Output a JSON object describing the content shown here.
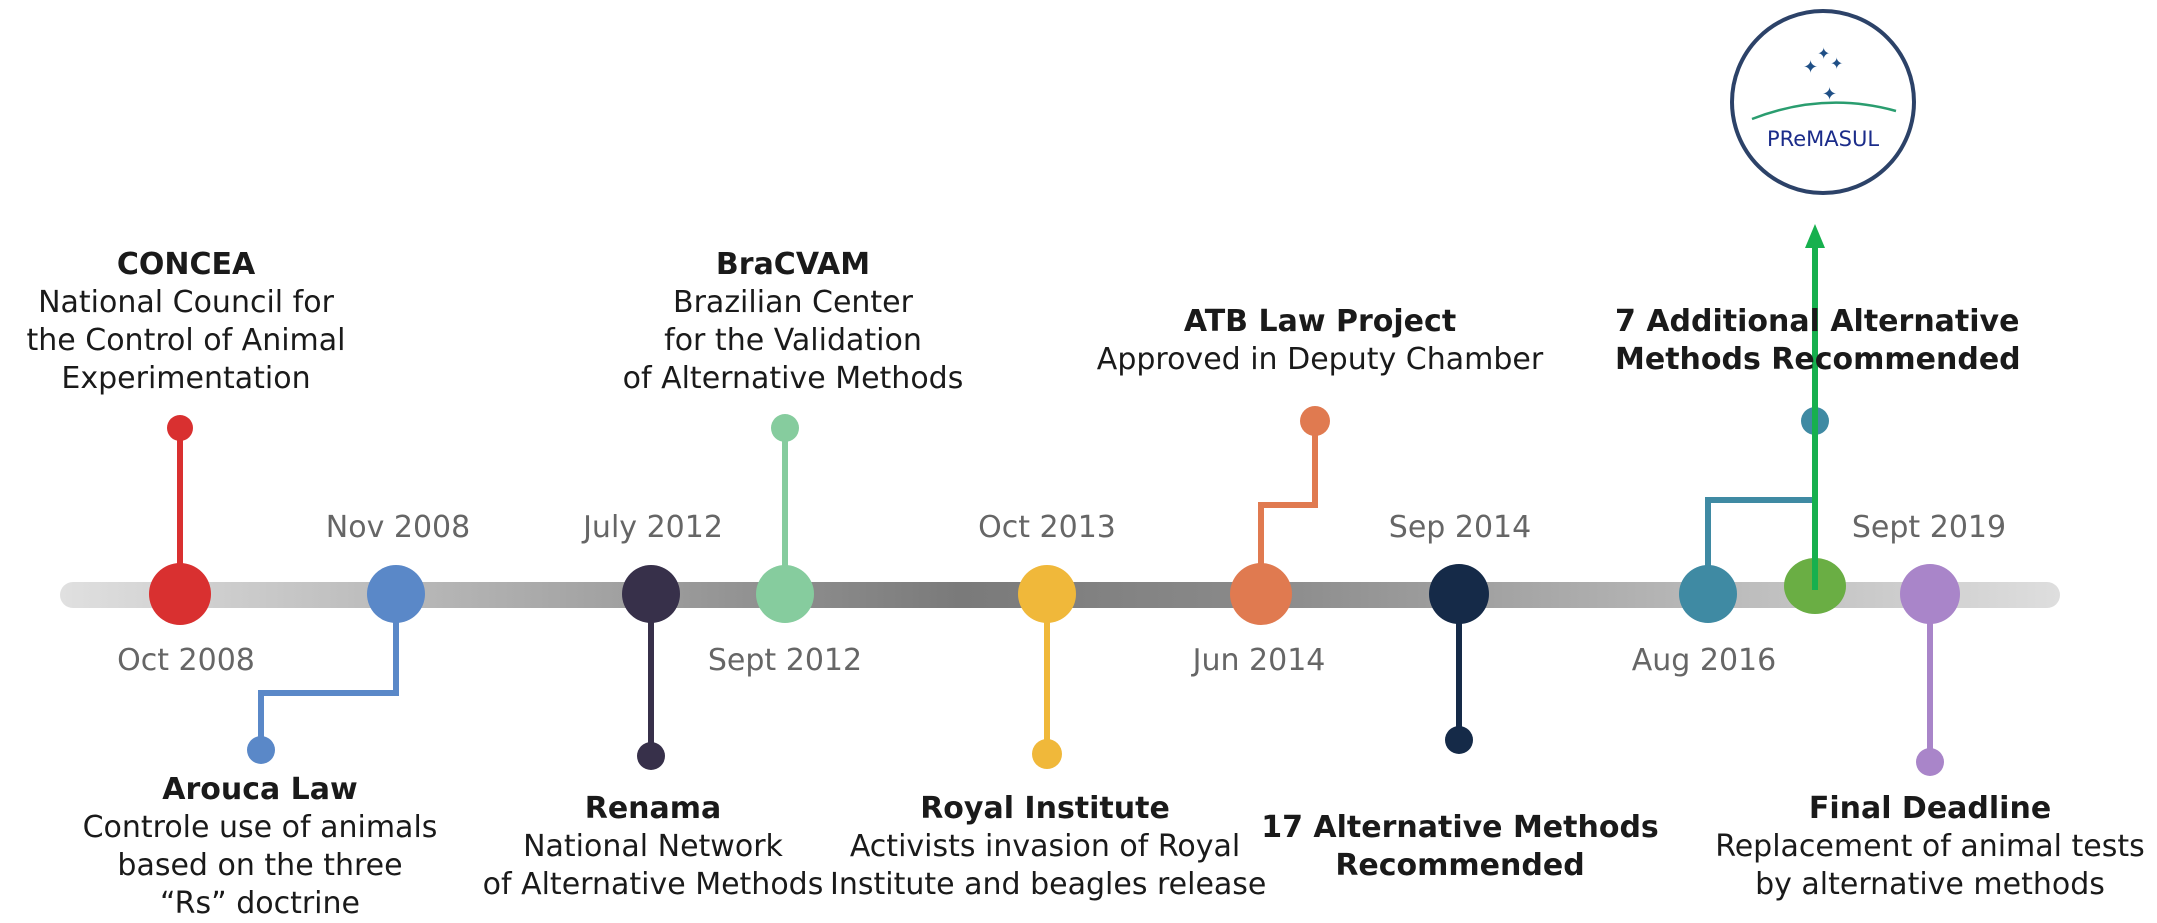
{
  "timeline": {
    "events": [
      {
        "id": "concea",
        "date": "Oct 2008",
        "title": "CONCEA",
        "lines": [
          "National Council for",
          "the Control of Animal",
          "Experimentation"
        ],
        "color": "#d93030",
        "side": "up"
      },
      {
        "id": "arouca",
        "date": "Nov 2008",
        "title": "Arouca Law",
        "lines": [
          "Controle use of animals",
          "based on the three",
          "“Rs” doctrine"
        ],
        "color": "#5a88c8",
        "side": "down-step"
      },
      {
        "id": "renama",
        "date": "July 2012",
        "title": "Renama",
        "lines": [
          "National Network",
          "of Alternative Methods"
        ],
        "color": "#37304a",
        "side": "down"
      },
      {
        "id": "bracvam",
        "date": "Sept 2012",
        "title": "BraCVAM",
        "lines": [
          "Brazilian Center",
          "for the Validation",
          "of Alternative Methods"
        ],
        "color": "#86cc9e",
        "side": "up"
      },
      {
        "id": "royal",
        "date": "Oct 2013",
        "title": "Royal Institute",
        "lines": [
          "Activists invasion of Royal",
          "Institute and beagles release"
        ],
        "color": "#f0b83a",
        "side": "down"
      },
      {
        "id": "atb",
        "date": "Jun 2014",
        "title": "ATB Law Project",
        "lines": [
          "Approved in Deputy Chamber"
        ],
        "color": "#e07a50",
        "side": "up-step"
      },
      {
        "id": "seventeen",
        "date": "Sep 2014",
        "title": "17 Alternative Methods",
        "lines": [],
        "title2": "Recommended",
        "color": "#152a48",
        "side": "down"
      },
      {
        "id": "seven",
        "date": "Aug 2016",
        "title": "7 Additional Alternative",
        "title2": "Methods Recommended",
        "lines": [],
        "color": "#3f8aa3",
        "side": "up-step"
      },
      {
        "id": "final",
        "date": "Sept 2019",
        "title": "Final Deadline",
        "lines": [
          "Replacement of animal tests",
          "by alternative methods"
        ],
        "color": "#a985c9",
        "side": "down"
      }
    ],
    "premasul_node": {
      "color": "#6aae44"
    },
    "arrow_color": "#17b04e"
  },
  "logo": {
    "text": "PReMASUL",
    "arc_color": "#2a9d6f",
    "star_color": "#1f4f86"
  }
}
